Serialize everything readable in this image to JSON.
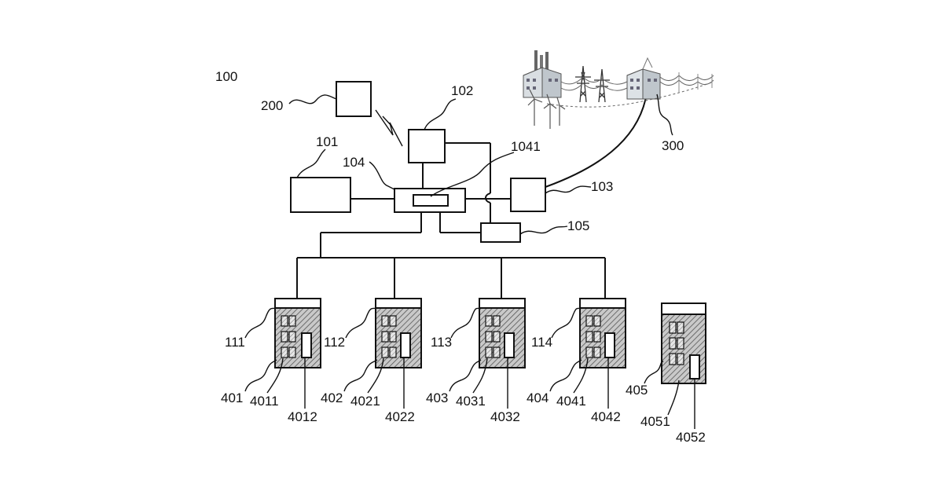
{
  "figure": {
    "label_system": "100",
    "label_remote": "200",
    "label_grid": "300",
    "label_ctrl_unit": "101",
    "label_comm": "102",
    "label_grid_if": "103",
    "label_hub": "104",
    "label_hub_inner": "1041",
    "label_aux": "105"
  },
  "racks": [
    {
      "id": "111",
      "pack": "401",
      "cells": "4011",
      "bms": "4012"
    },
    {
      "id": "112",
      "pack": "402",
      "cells": "4021",
      "bms": "4022"
    },
    {
      "id": "113",
      "pack": "403",
      "cells": "4031",
      "bms": "4032"
    },
    {
      "id": "114",
      "pack": "404",
      "cells": "4041",
      "bms": "4042"
    }
  ],
  "spare": {
    "pack": "405",
    "cells": "4051",
    "bms": "4052"
  }
}
